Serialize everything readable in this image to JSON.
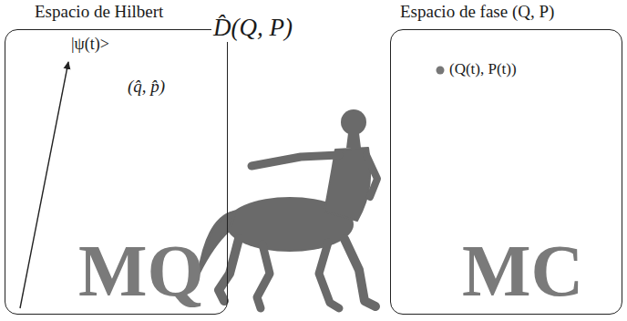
{
  "diagram": {
    "nodes": [
      {
        "text": [
          "Espacio de Hilbert",
          "|ψ(t)>",
          "(q̂, p̂)",
          "MQ"
        ]
      },
      {
        "text": [
          "Espacio de fase (Q, P)",
          "(Q(t), P(t))",
          "MC"
        ]
      }
    ],
    "labels": [
      "D̂(Q, P)"
    ]
  }
}
